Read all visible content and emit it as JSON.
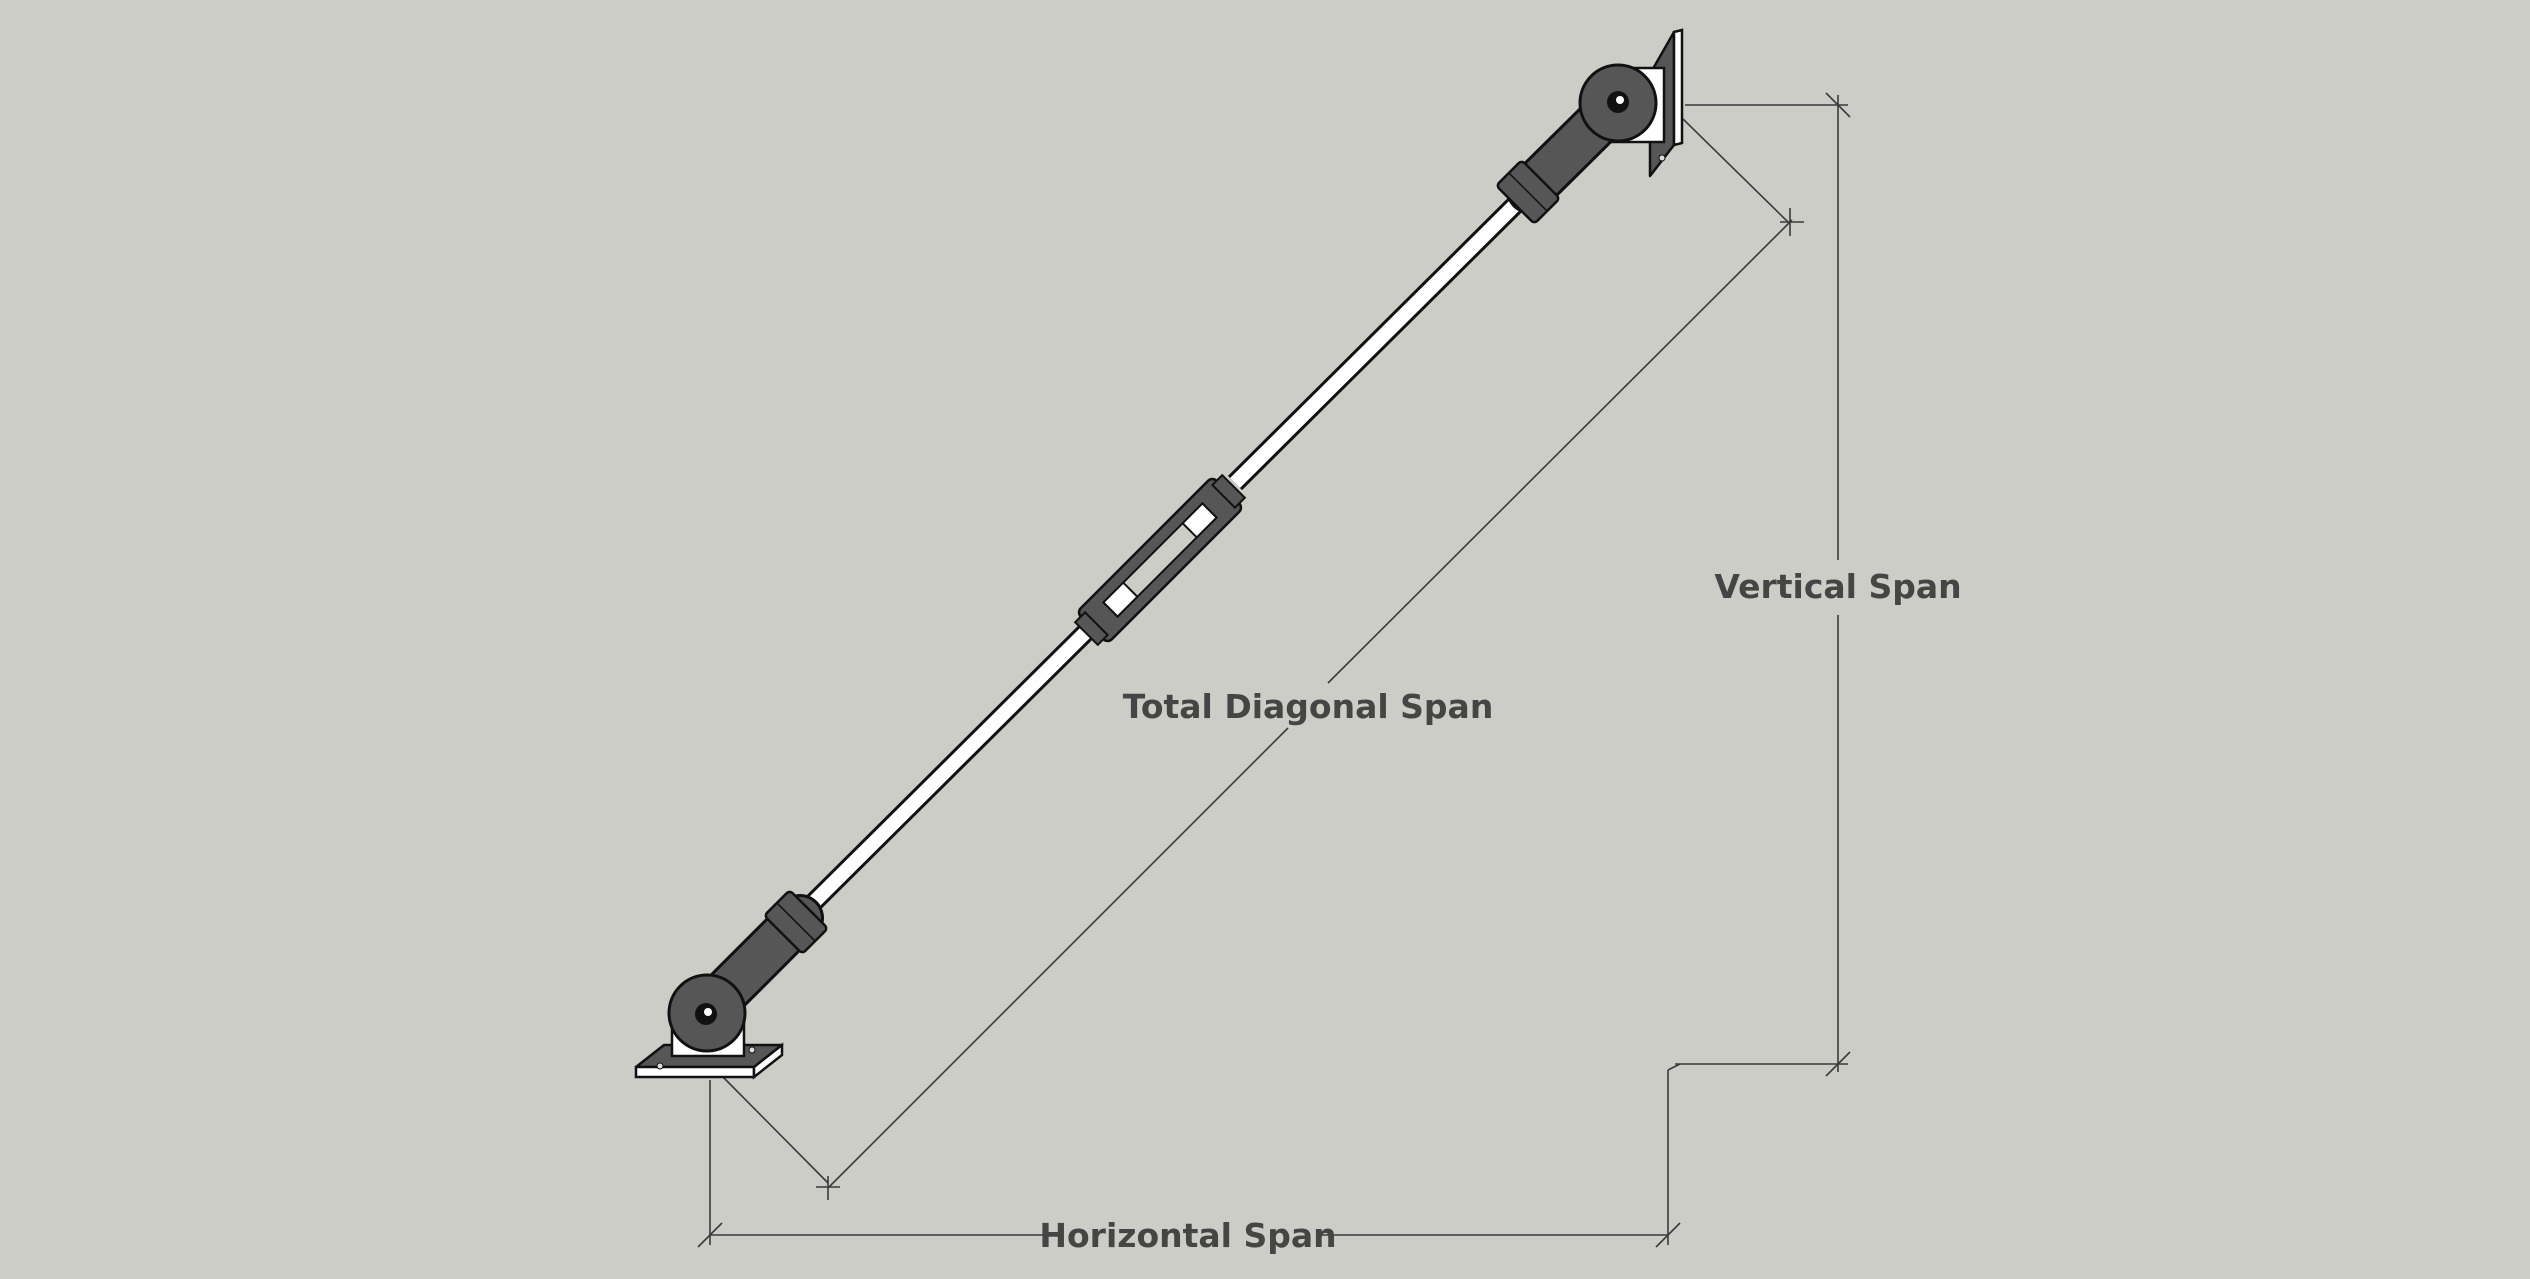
{
  "labels": {
    "diagonal": "Total Diagonal Span",
    "vertical": "Vertical Span",
    "horizontal": "Horizontal Span"
  },
  "colors": {
    "background": "#cdcdc8",
    "dimension_line": "#3a3a3a",
    "hardware_dark": "#565656",
    "hardware_outline": "#111111",
    "rod": "#ffffff",
    "label_text": "#454545"
  },
  "icons": {
    "bottom_mount": "floor-mount-bracket-icon",
    "top_mount": "wall-mount-bracket-icon",
    "turnbuckle": "turnbuckle-icon"
  }
}
